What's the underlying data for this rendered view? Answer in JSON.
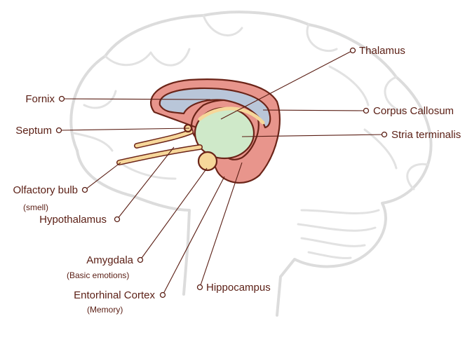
{
  "title": "Limbic system",
  "colors": {
    "text": "#5a1e14",
    "cingulate": "#e8958c",
    "corpus_callosum": "#b9c6d9",
    "thalamus": "#cfe9c9",
    "fornix": "#f6d79a",
    "outline": "#dcdcdc"
  },
  "labels": {
    "thalamus": "Thalamus",
    "fornix": "Fornix",
    "corpus_callosum": "Corpus Callosum",
    "septum": "Septum",
    "stria_terminalis": "Stria terminalis",
    "olfactory_bulb": "Olfactory bulb",
    "olfactory_bulb_note": "(smell)",
    "hypothalamus": "Hypothalamus",
    "amygdala": "Amygdala",
    "amygdala_note": "(Basic emotions)",
    "entorhinal_cortex": "Entorhinal Cortex",
    "entorhinal_cortex_note": "(Memory)",
    "hippocampus": "Hippocampus"
  }
}
